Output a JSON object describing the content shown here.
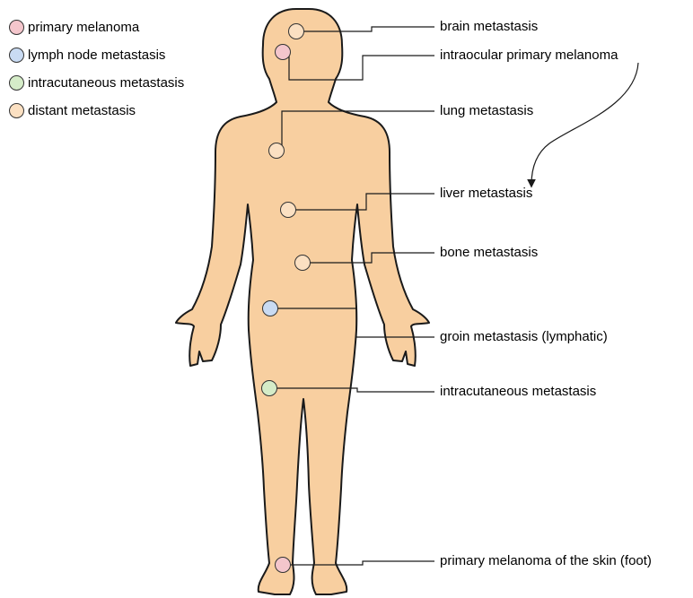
{
  "colors": {
    "skin": "#f8cfa0",
    "outline": "#1a1a1a",
    "primary": "#f4c6cc",
    "lymph": "#c9dbf3",
    "intracutaneous": "#d5ecc8",
    "distant": "#fbe0c2"
  },
  "legend": [
    {
      "label": "primary melanoma",
      "color": "#f4c6cc",
      "icon": "pink-circle-icon"
    },
    {
      "label": "lymph node metastasis",
      "color": "#c9dbf3",
      "icon": "blue-circle-icon"
    },
    {
      "label": "intracutaneous metastasis",
      "color": "#d5ecc8",
      "icon": "green-circle-icon"
    },
    {
      "label": "distant metastasis",
      "color": "#fbe0c2",
      "icon": "orange-circle-icon"
    }
  ],
  "sites": [
    {
      "label": "brain metastasis",
      "type": "distant"
    },
    {
      "label": "intraocular primary melanoma",
      "type": "primary"
    },
    {
      "label": "lung metastasis",
      "type": "distant"
    },
    {
      "label": "liver metastasis",
      "type": "distant"
    },
    {
      "label": "bone metastasis",
      "type": "distant"
    },
    {
      "label": "groin metastasis (lymphatic)",
      "type": "lymph"
    },
    {
      "label": "intracutaneous metastasis",
      "type": "intracutaneous"
    },
    {
      "label": "primary melanoma of the skin (foot)",
      "type": "primary"
    }
  ]
}
